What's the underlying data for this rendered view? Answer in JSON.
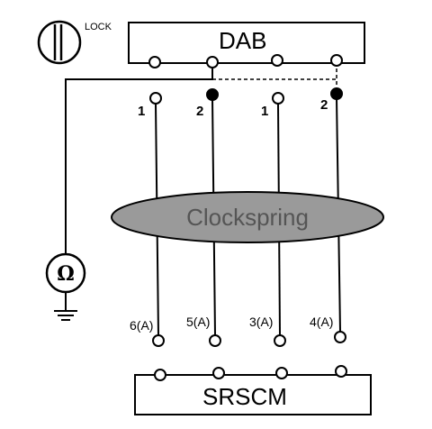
{
  "lock_label": "LOCK",
  "top_box_label": "DAB",
  "bottom_box_label": "SRSCM",
  "clockspring_label": "Clockspring",
  "ohmmeter_symbol": "Ω",
  "dab_pin_labels": [
    "1",
    "2",
    "1",
    "2"
  ],
  "dab_pin_filled": [
    false,
    true,
    false,
    true
  ],
  "connector_labels": [
    "6(A)",
    "5(A)",
    "3(A)",
    "4(A)"
  ],
  "colors": {
    "line": "#000000",
    "clockspring_fill": "#9a9a9a",
    "clockspring_text": "#555555"
  },
  "icons": [
    "lock-switch-icon",
    "ohmmeter-icon",
    "ground-icon"
  ]
}
